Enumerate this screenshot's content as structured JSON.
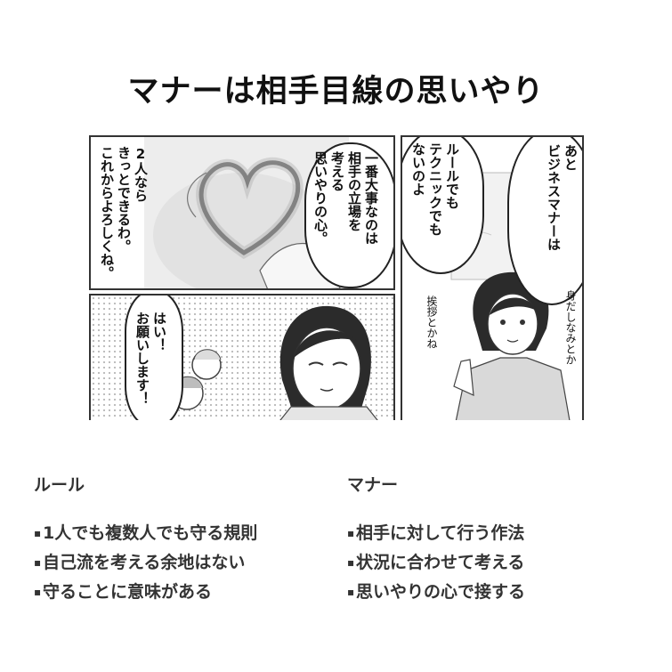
{
  "title": "マナーは相手目線の思いやり",
  "manga": {
    "panel_top_left": {
      "speech_left": [
        "2人なら",
        "きっとできるわ。",
        "これからよろしくね。"
      ],
      "speech_right": [
        "一番大事なのは",
        "相手の立場を",
        "考える",
        "思いやりの心。"
      ]
    },
    "panel_bottom_left": {
      "speech": [
        "はい！",
        "お願いします！"
      ]
    },
    "panel_right": {
      "speech_top": [
        "あと",
        "ビジネスマナーは"
      ],
      "speech_middle": [
        "ルールでも",
        "テクニックでも",
        "ないのよ"
      ],
      "handwritten_1": "身だしなみとか",
      "handwritten_2": "挨拶とかね"
    }
  },
  "rules": {
    "heading": "ルール",
    "items": [
      "1人でも複数人でも守る規則",
      "自己流を考える余地はない",
      "守ることに意味がある"
    ]
  },
  "manners": {
    "heading": "マナー",
    "items": [
      "相手に対して行う作法",
      "状況に合わせて考える",
      "思いやりの心で接する"
    ]
  },
  "bullet": "▪"
}
